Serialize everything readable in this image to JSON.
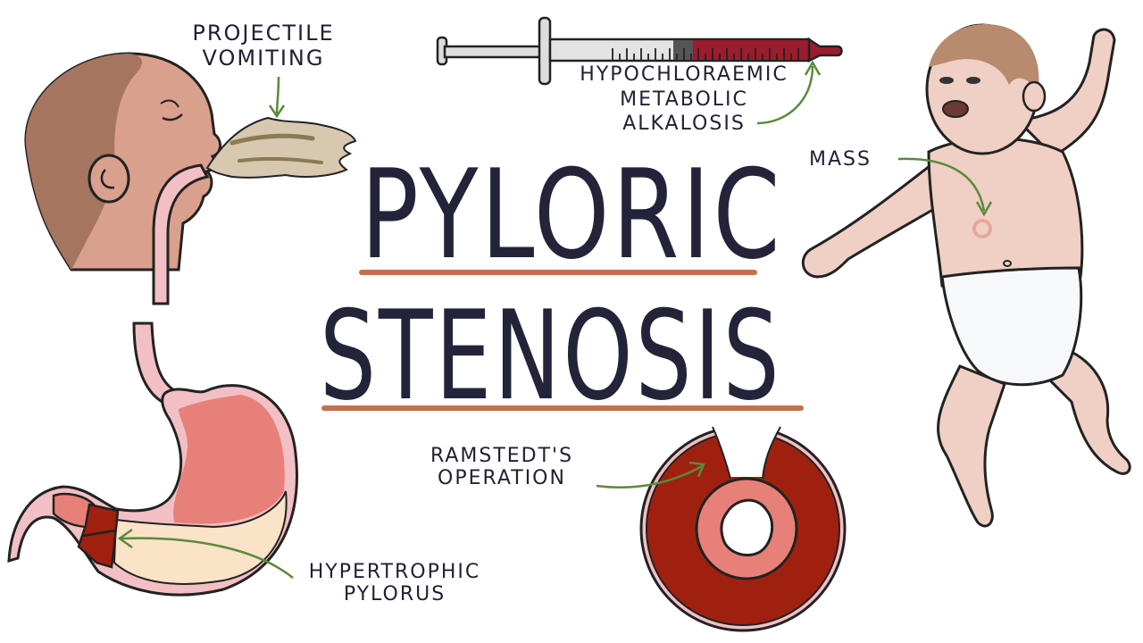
{
  "title": {
    "line1": "PYLORIC",
    "line2": "STENOSIS"
  },
  "labels": {
    "projectile_vomiting": "PROJECTILE\nVOMITING",
    "hypochloraemic_alkalosis": "HYPOCHLORAEMIC\nMETABOLIC\nALKALOSIS",
    "mass": "MASS",
    "ramstedts_operation": "RAMSTEDT'S\nOPERATION",
    "hypertrophic_pylorus": "HYPERTROPHIC\nPYLORUS"
  },
  "colors": {
    "ink": "#23243a",
    "underline": "#c4704a",
    "arrow": "#5a8a3c",
    "skin_face": "#d9a08e",
    "hair": "#a57560",
    "baby_skin": "#f0d0c4",
    "blood": "#9b1c2c",
    "pylorus_muscle": "#a02010",
    "mucosa": "#e8807a",
    "esophagus": "#f2c0c4",
    "stomach_content": "#fbe3c8",
    "vomit": "#d8c8b0",
    "diaper": "#f6f8fa"
  }
}
